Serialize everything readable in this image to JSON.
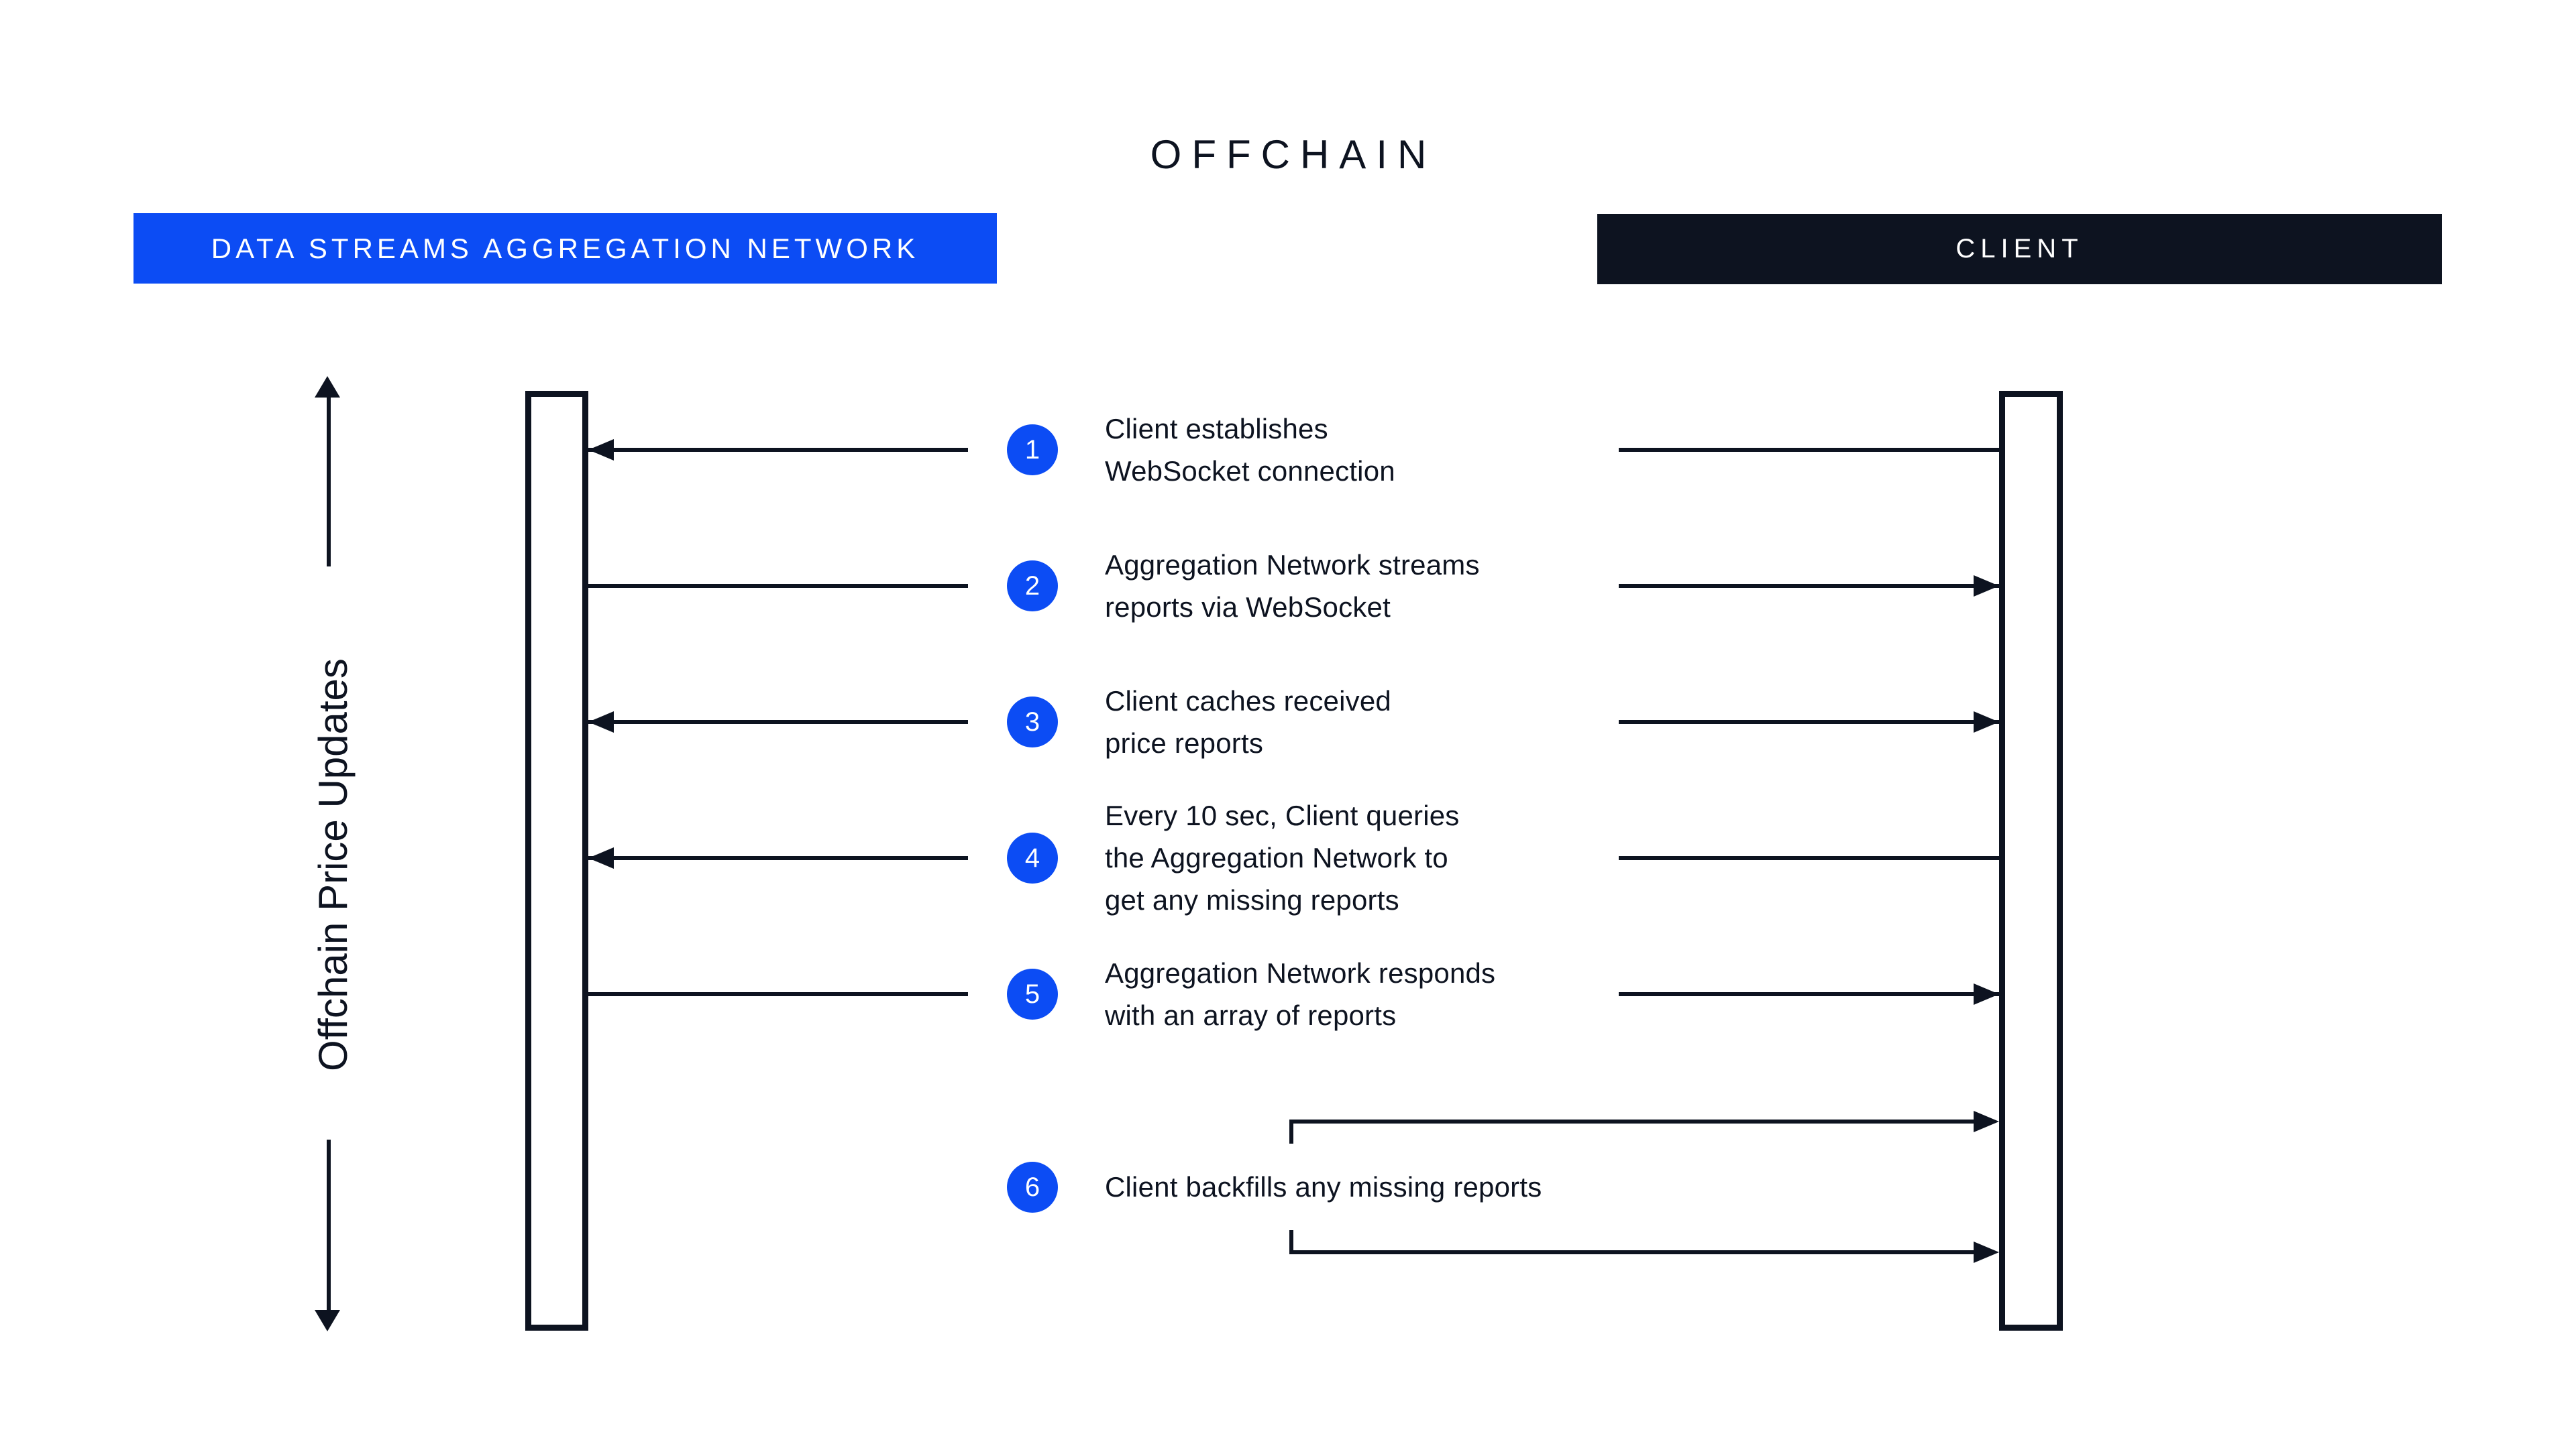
{
  "title": "OFFCHAIN",
  "colors": {
    "accent_blue": "#0c4cf4",
    "dark_navy": "#0d1320",
    "background": "#ffffff"
  },
  "lanes": {
    "network": {
      "label": "DATA STREAMS AGGREGATION NETWORK"
    },
    "client": {
      "label": "CLIENT"
    }
  },
  "flow_label": "Offchain Price Updates",
  "steps": [
    {
      "number": "1",
      "text": "Client establishes\nWebSocket connection"
    },
    {
      "number": "2",
      "text": "Aggregation Network streams\nreports via WebSocket"
    },
    {
      "number": "3",
      "text": "Client caches received\nprice reports"
    },
    {
      "number": "4",
      "text": "Every 10 sec, Client queries\nthe Aggregation Network to\nget any missing reports"
    },
    {
      "number": "5",
      "text": "Aggregation Network responds\nwith an array of reports"
    },
    {
      "number": "6",
      "text": "Client backfills any missing reports"
    }
  ]
}
